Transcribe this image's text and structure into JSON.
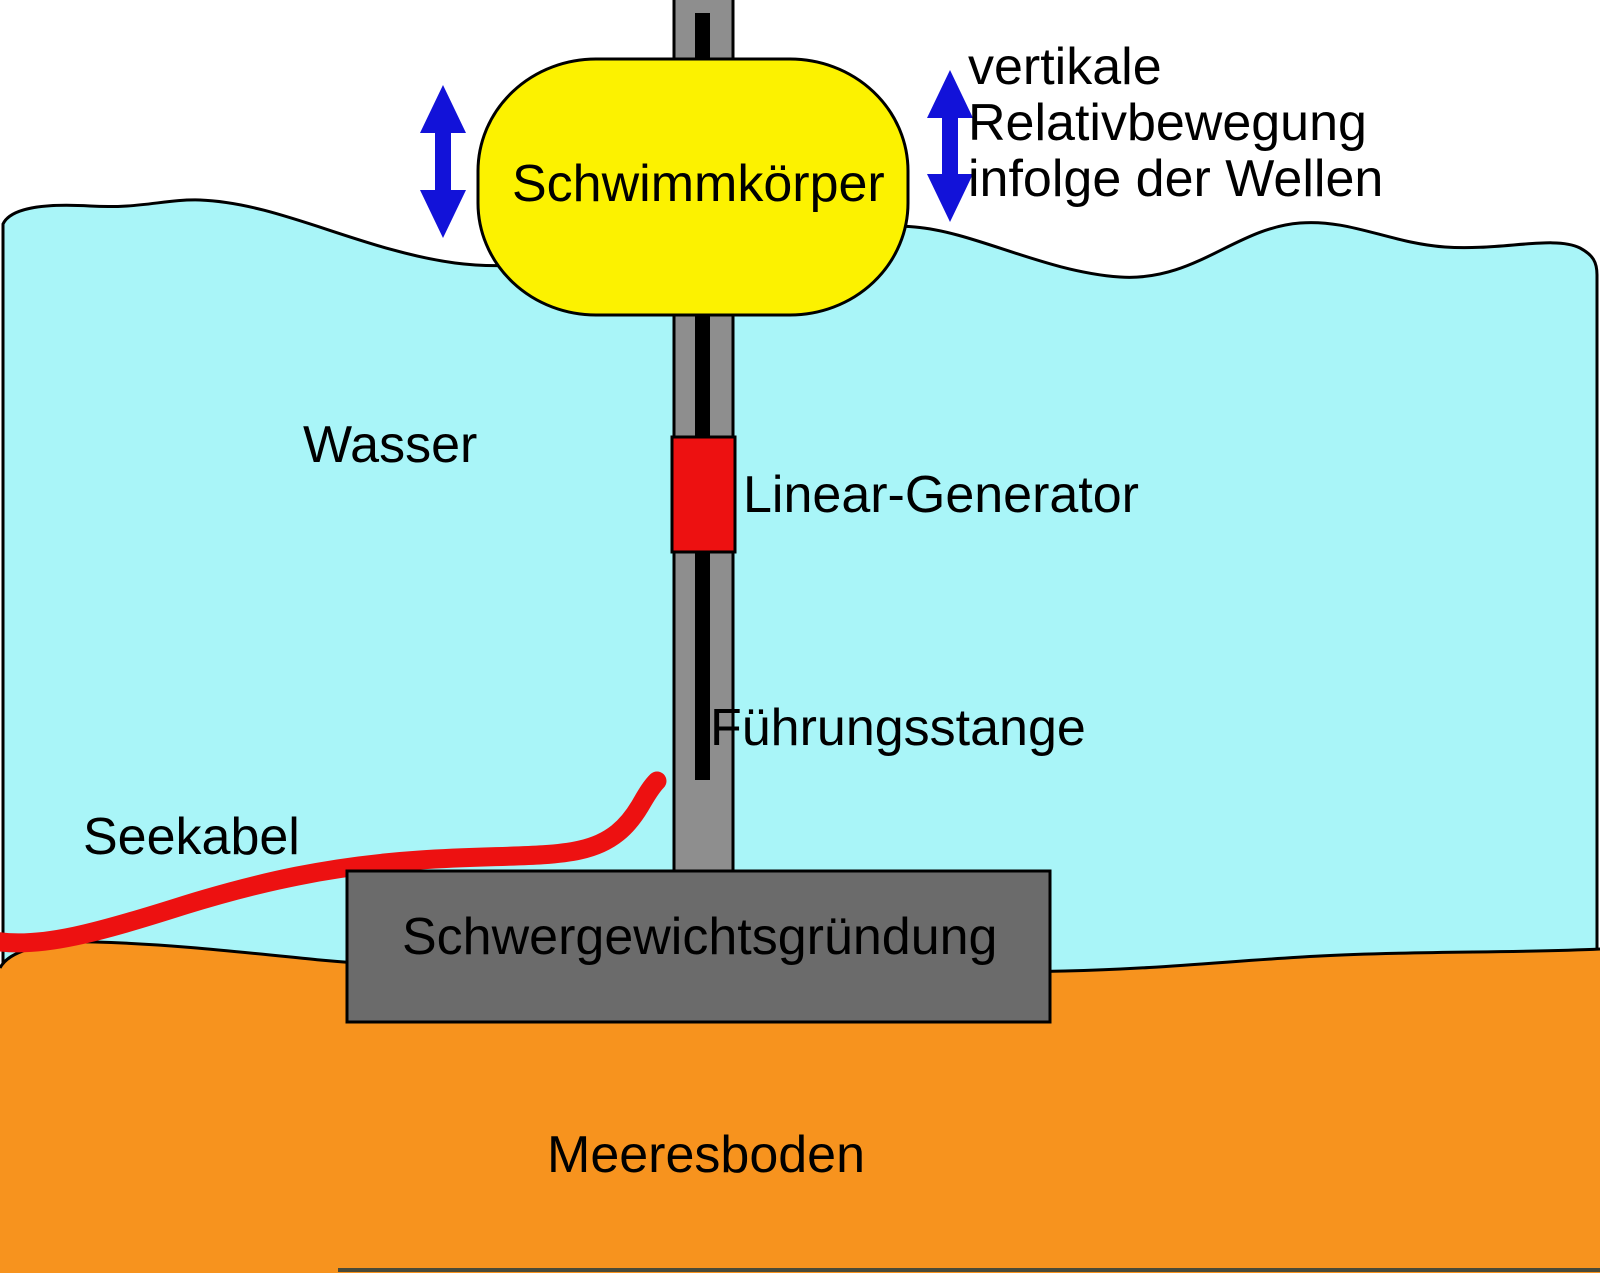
{
  "diagram": {
    "labels": {
      "float": "Schwimmkörper",
      "motion_annotation": [
        "vertikale",
        "Relativbewegung",
        "infolge der Wellen"
      ],
      "water": "Wasser",
      "generator": "Linear-Generator",
      "guide_rod": "Führungsstange",
      "sea_cable": "Seekabel",
      "foundation": "Schwergewichtsgründung",
      "seabed": "Meeresboden"
    },
    "colors": {
      "water": "#A9F5F8",
      "float": "#FCF200",
      "seabed": "#F7931E",
      "foundation": "#6B6B6B",
      "rod": "#8E8E8E",
      "inner_rod": "#000000",
      "generator": "#ED1111",
      "cable": "#ED1111",
      "arrow": "#1212D9",
      "outline": "#000000",
      "seabed_bottom_edge": "#4a4a38"
    }
  }
}
